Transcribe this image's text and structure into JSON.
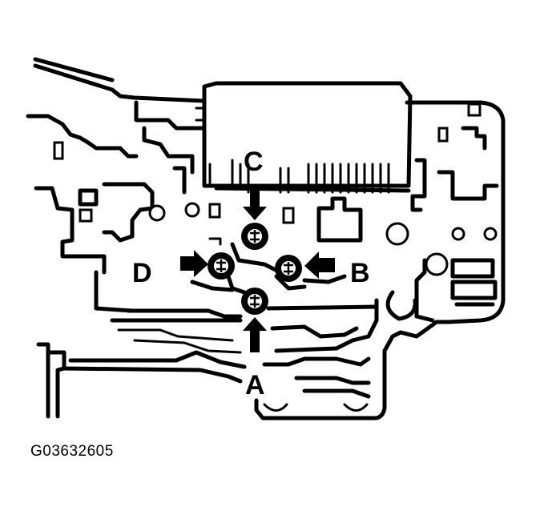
{
  "callouts": {
    "a": "A",
    "b": "B",
    "c": "C",
    "d": "D"
  },
  "figure_id": "G03632605",
  "icons": {
    "bolt": "bolt-icon",
    "arrow": "arrow-icon"
  }
}
